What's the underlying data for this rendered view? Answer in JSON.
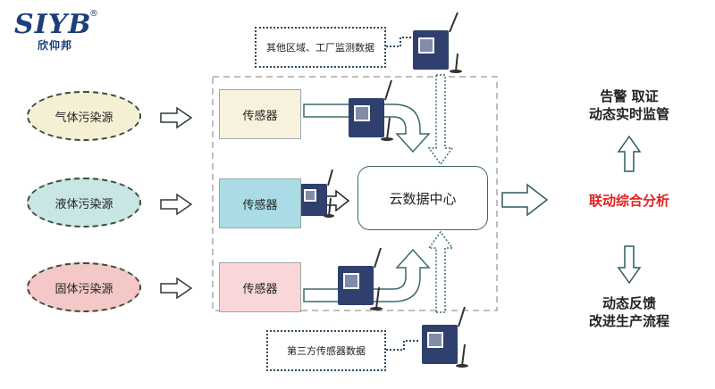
{
  "logo": {
    "mark": "SIYB",
    "name": "欣仰邦",
    "reg": "®"
  },
  "sources": [
    {
      "label": "气体污染源",
      "color": "#f5f0d4"
    },
    {
      "label": "液体污染源",
      "color": "#c8e6e4"
    },
    {
      "label": "固体污染源",
      "color": "#f4c8c6"
    }
  ],
  "sensors": [
    {
      "label": "传感器",
      "color": "#f8f1de"
    },
    {
      "label": "传感器",
      "color": "#a9dce4"
    },
    {
      "label": "传感器",
      "color": "#f9d6d8"
    }
  ],
  "cloud": {
    "label": "云数据中心"
  },
  "notes": {
    "top": "其他区域、工厂监测数据",
    "bottom": "第三方传感器数据"
  },
  "right": {
    "top_line1": "告警 取证",
    "top_line2": "动态实时监管",
    "center": "联动综合分析",
    "bottom_line1": "动态反馈",
    "bottom_line2": "改进生产流程"
  },
  "colors": {
    "accent_red": "#e02020",
    "border_teal": "#3a6a6a",
    "arrow": "#2e5a5a",
    "device": "#2f3f6e"
  }
}
